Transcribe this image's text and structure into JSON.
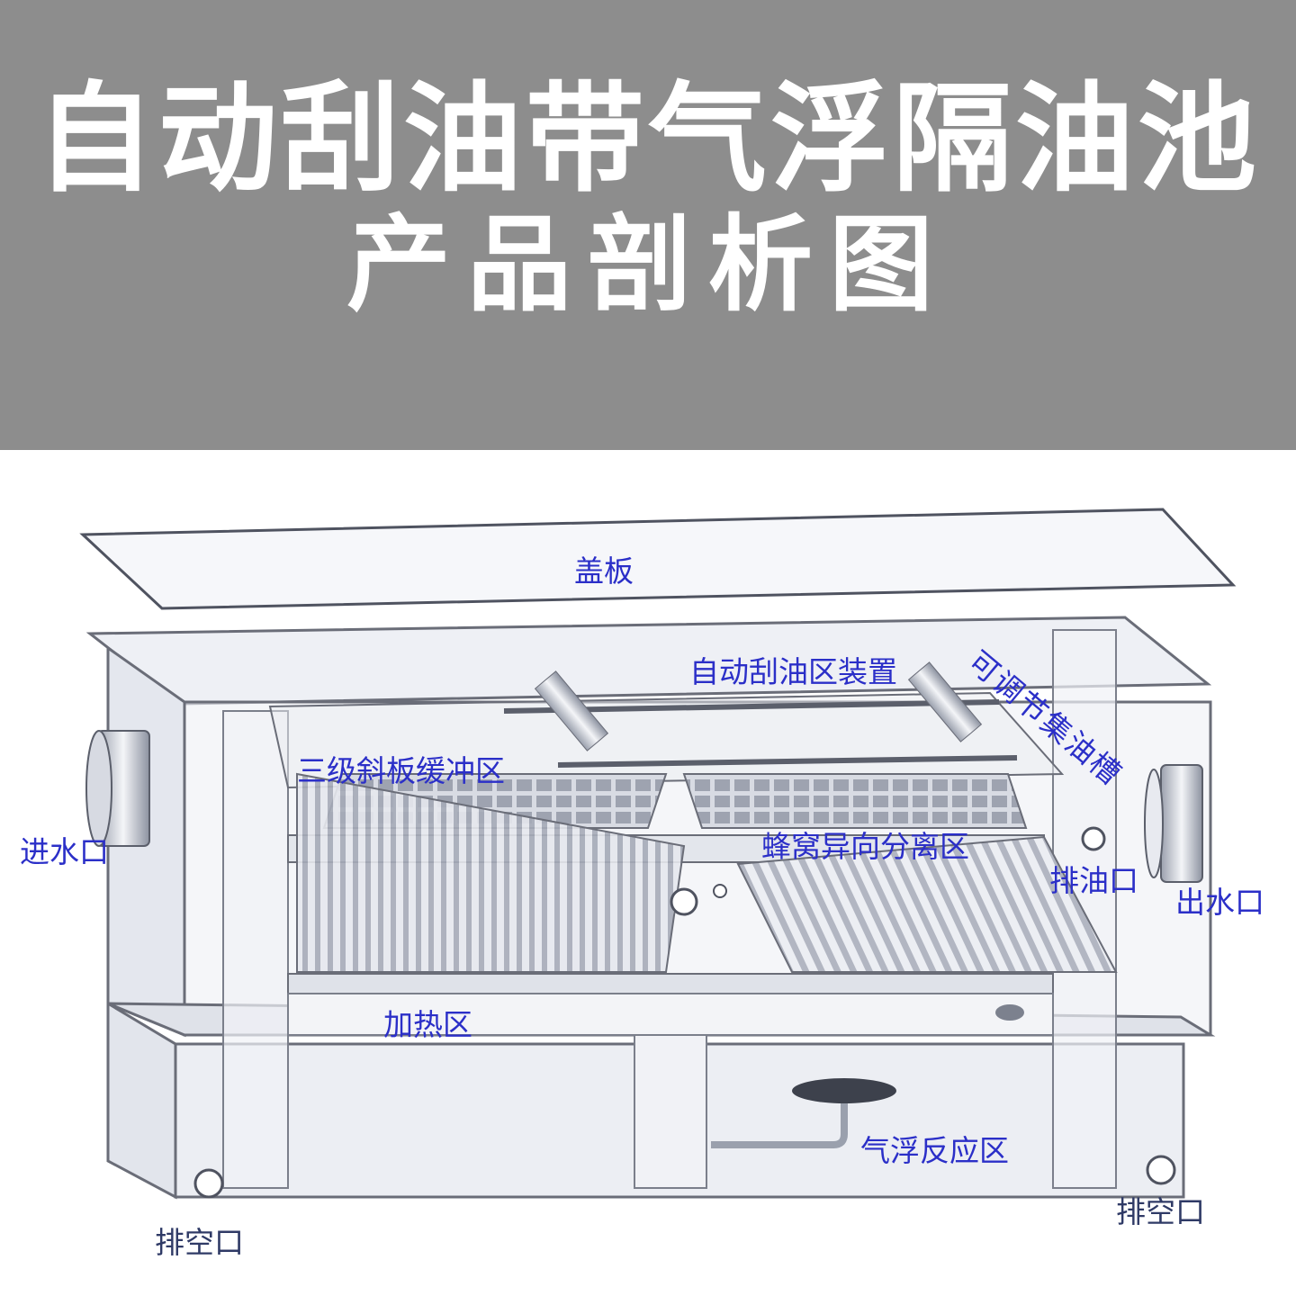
{
  "title": {
    "line1": "自动刮油带气浮隔油池",
    "line2": "产品剖析图"
  },
  "labels": {
    "cover_plate": "盖板",
    "auto_skimmer": "自动刮油区装置",
    "adjustable_oil_collector": "可调节集油槽",
    "inclined_plate_buffer": "三级斜板缓冲区",
    "honeycomb_separation": "蜂窝异向分离区",
    "water_inlet": "进水口",
    "oil_outlet": "排油口",
    "water_outlet": "出水口",
    "heating_zone": "加热区",
    "air_flotation": "气浮反应区",
    "drain_left": "排空口",
    "drain_right": "排空口"
  },
  "colors": {
    "banner": "#8d8d8d",
    "label": "#2b2fc8",
    "outline": "#6a6d78",
    "tank_fill": "#eef0f5"
  }
}
